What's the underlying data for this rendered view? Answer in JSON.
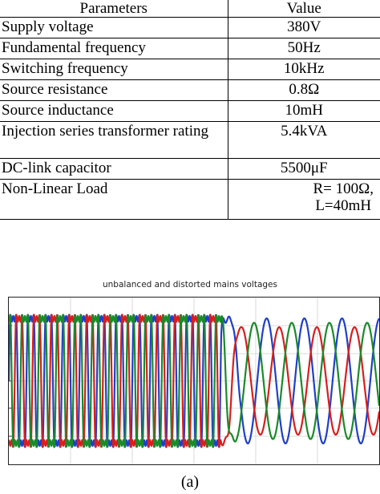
{
  "table": {
    "headers": [
      "Parameters",
      "Value"
    ],
    "rows": [
      {
        "name": "Supply voltage",
        "value": "380V"
      },
      {
        "name": "Fundamental frequency",
        "value": "50Hz"
      },
      {
        "name": "Switching frequency",
        "value": "10kHz"
      },
      {
        "name": "Source resistance",
        "value": "0.8Ω"
      },
      {
        "name": "Source inductance",
        "value": "10mH"
      },
      {
        "name": "Injection series transformer rating",
        "value": "5.4kVA"
      },
      {
        "name": "DC-link capacitor",
        "value": "5500μF"
      },
      {
        "name": "Non-Linear Load",
        "value_line1": "R= 100Ω,",
        "value_line2": "L=40mH"
      }
    ]
  },
  "figure": {
    "title": "unbalanced and distorted mains voltages",
    "caption": "(a)",
    "series_colors": {
      "phase_a": "#1f3fc8",
      "phase_b": "#d81e1e",
      "phase_c": "#1a8a2a"
    },
    "grid_color": "#cfcfcf",
    "background": "#ffffff"
  }
}
